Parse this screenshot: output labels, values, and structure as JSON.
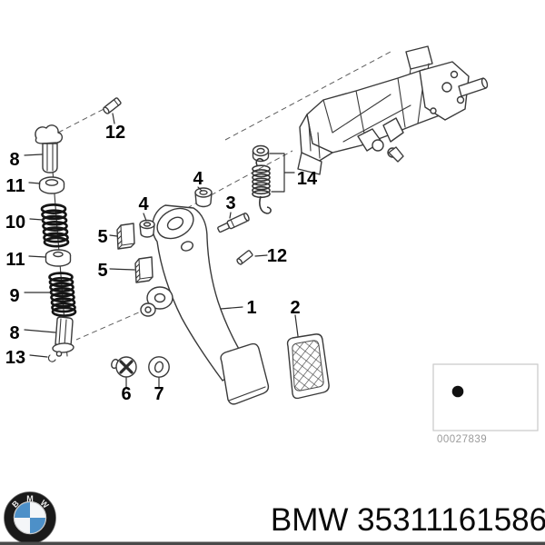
{
  "diagram": {
    "callouts": {
      "c1": "1",
      "c2": "2",
      "c3": "3",
      "c4": "4",
      "c5": "5",
      "c6": "6",
      "c7": "7",
      "c8": "8",
      "c9": "9",
      "c10": "10",
      "c11": "11",
      "c12": "12",
      "c13": "13",
      "c14": "14"
    },
    "watermark_code": "00027839"
  },
  "footer": {
    "part_text": "BMW 35311161586",
    "logo_letters": {
      "b": "B",
      "m": "M",
      "w": "W"
    }
  },
  "colors": {
    "line": "#3a3a3a",
    "spring": "#151515",
    "label_text": "#000000",
    "watermark_border": "#c9c9c9",
    "watermark_text": "#9a9a9a",
    "black_dot": "#111111",
    "logo_blue": "#4d90c8",
    "logo_ring": "#1a1a1a",
    "footer_text": "#0a0a0a"
  }
}
